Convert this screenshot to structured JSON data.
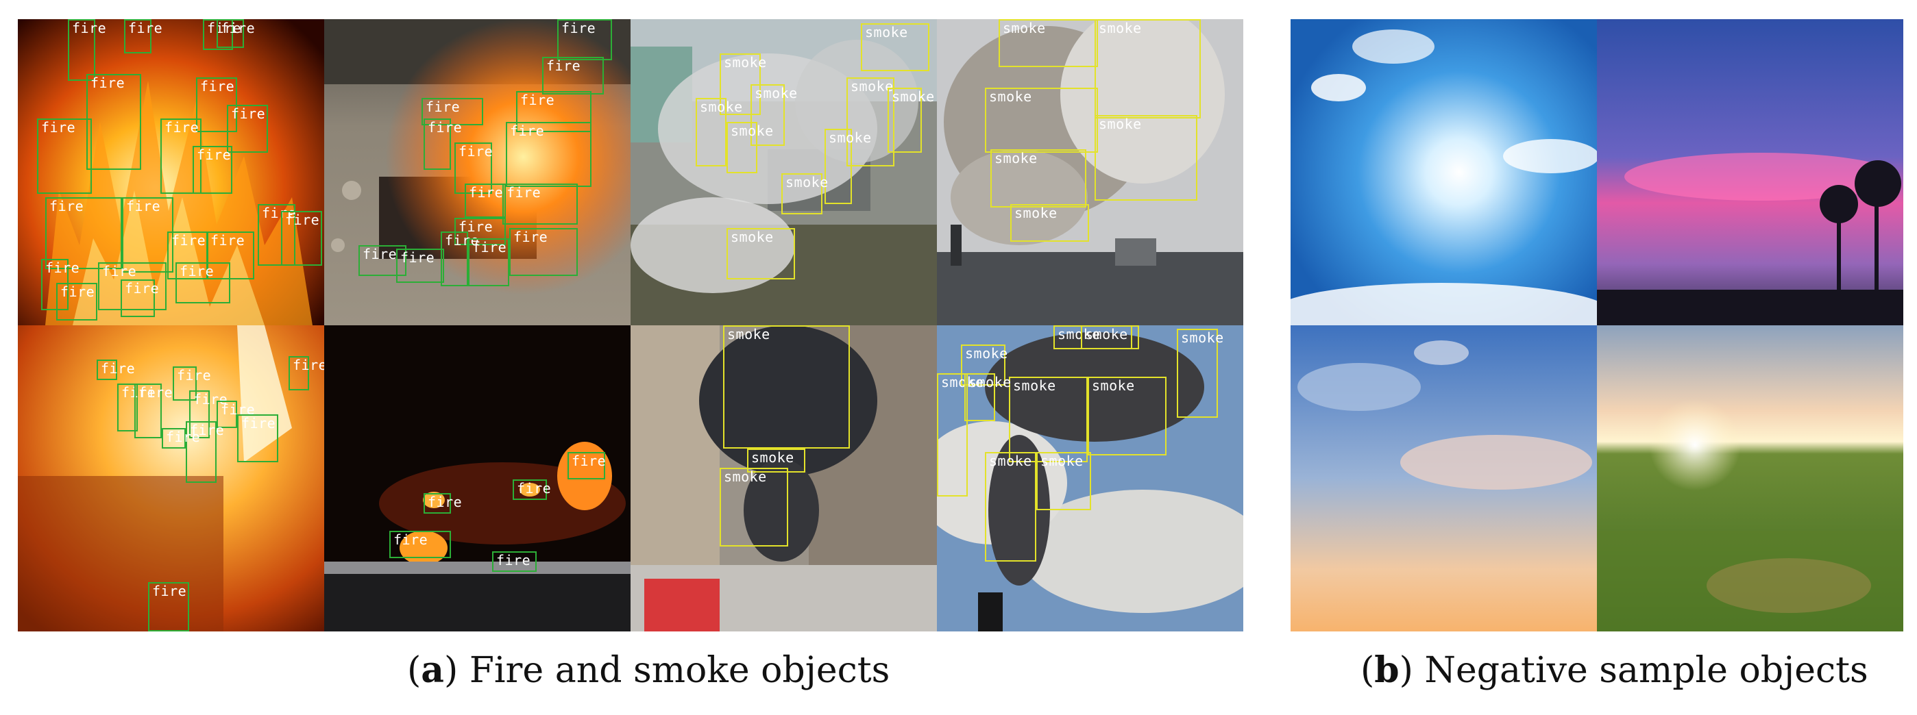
{
  "captions": {
    "a_letter": "a",
    "a_text": "Fire and smoke objects",
    "b_letter": "b",
    "b_text": "Negative sample objects"
  },
  "panel_a": {
    "tiles": [
      {
        "name": "fire-tile-1",
        "scene": "fire-closeup",
        "label": "fire",
        "box_count": 21
      },
      {
        "name": "fire-tile-2",
        "scene": "burning-car",
        "label": "fire",
        "box_count": 15
      },
      {
        "name": "smoke-tile-3",
        "scene": "village-smoke",
        "label": "smoke",
        "box_count": 10
      },
      {
        "name": "smoke-tile-4",
        "scene": "factory-smoke",
        "label": "smoke",
        "box_count": 6
      },
      {
        "name": "fire-tile-5",
        "scene": "bedroom-fire",
        "label": "fire",
        "box_count": 11
      },
      {
        "name": "fire-tile-6",
        "scene": "night-truck-fire",
        "label": "fire",
        "box_count": 5
      },
      {
        "name": "smoke-tile-7",
        "scene": "building-smoke",
        "label": "smoke",
        "box_count": 3
      },
      {
        "name": "smoke-tile-8",
        "scene": "chimney-smoke",
        "label": "smoke",
        "box_count": 10
      }
    ],
    "colors": {
      "fire_box": "#2cae37",
      "smoke_box": "#e3e22a"
    }
  },
  "panel_b": {
    "tiles": [
      {
        "name": "sky-sun-tile",
        "scene": "sun and clouds"
      },
      {
        "name": "pink-sunset-tile",
        "scene": "pink sunset sky"
      },
      {
        "name": "evening-sky-tile",
        "scene": "evening sky"
      },
      {
        "name": "grass-field-tile",
        "scene": "grass field at sunrise"
      }
    ]
  }
}
